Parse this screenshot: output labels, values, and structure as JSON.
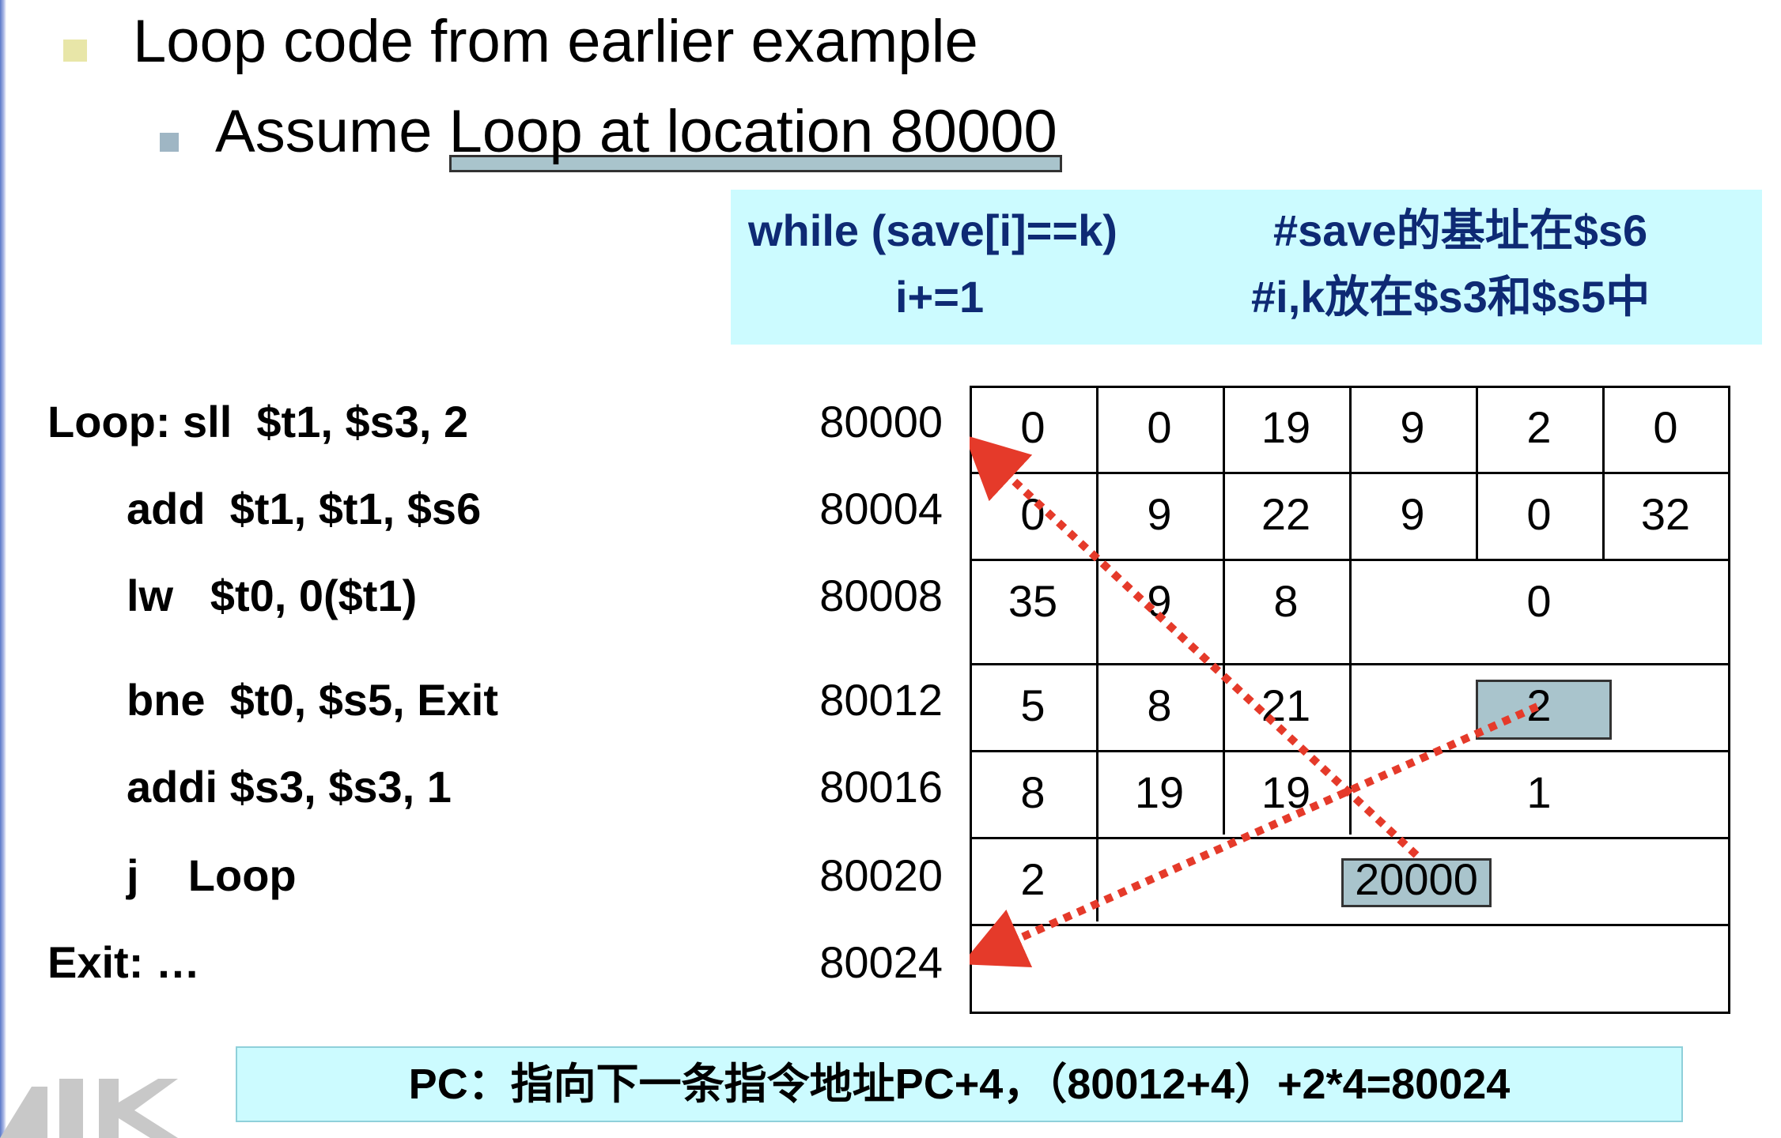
{
  "title": "Loop code from earlier example",
  "subtitle": {
    "prefix": "Assume ",
    "underlined": "Loop at location 80000"
  },
  "c_box": {
    "line1_code": "while (save[i]==k)",
    "line2_code": "i+=1",
    "line1_comment": "#save的基址在$s6",
    "line2_comment": "#i,k放在$s3和$s5中"
  },
  "instructions": [
    {
      "text": "Loop: sll  $t1, $s3, 2",
      "address": "80000"
    },
    {
      "text": "add  $t1, $t1, $s6",
      "address": "80004"
    },
    {
      "text": "lw   $t0, 0($t1)",
      "address": "80008"
    },
    {
      "text": "bne  $t0, $s5, Exit",
      "address": "80012"
    },
    {
      "text": "addi $s3, $s3, 1",
      "address": "80016"
    },
    {
      "text": "j    Loop",
      "address": "80020"
    },
    {
      "text": "Exit: …",
      "address": "80024"
    }
  ],
  "machine_code": [
    [
      "0",
      "0",
      "19",
      "9",
      "2",
      "0"
    ],
    [
      "0",
      "9",
      "22",
      "9",
      "0",
      "32"
    ],
    [
      "35",
      "9",
      "8",
      "0"
    ],
    [
      "5",
      "8",
      "21",
      "2"
    ],
    [
      "8",
      "19",
      "19",
      "1"
    ],
    [
      "2",
      "20000"
    ],
    []
  ],
  "footer": "PC：指向下一条指令地址PC+4，（80012+4）+2*4=80024",
  "colors": {
    "box_bg": "#ccfbff",
    "box_text": "#0e2a74",
    "highlight": "#a9c4cc",
    "arrow": "#e53a2a"
  }
}
